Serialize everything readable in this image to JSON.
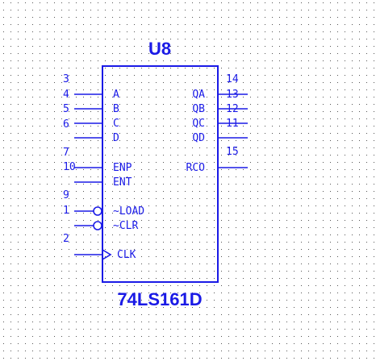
{
  "component": {
    "ref": "U8",
    "part": "74LS161D",
    "color": "#1a1ae6",
    "grid_color": "#555555"
  },
  "left_pins": [
    {
      "num": "3",
      "label": "A"
    },
    {
      "num": "4",
      "label": "B"
    },
    {
      "num": "5",
      "label": "C"
    },
    {
      "num": "6",
      "label": "D"
    },
    {
      "num": "7",
      "label": "ENP"
    },
    {
      "num": "10",
      "label": "ENT"
    },
    {
      "num": "9",
      "label": "~LOAD"
    },
    {
      "num": "1",
      "label": "~CLR"
    },
    {
      "num": "2",
      "label": "CLK"
    }
  ],
  "right_pins": [
    {
      "num": "14",
      "label": "QA"
    },
    {
      "num": "13",
      "label": "QB"
    },
    {
      "num": "12",
      "label": "QC"
    },
    {
      "num": "11",
      "label": "QD"
    },
    {
      "num": "15",
      "label": "RCO"
    }
  ]
}
